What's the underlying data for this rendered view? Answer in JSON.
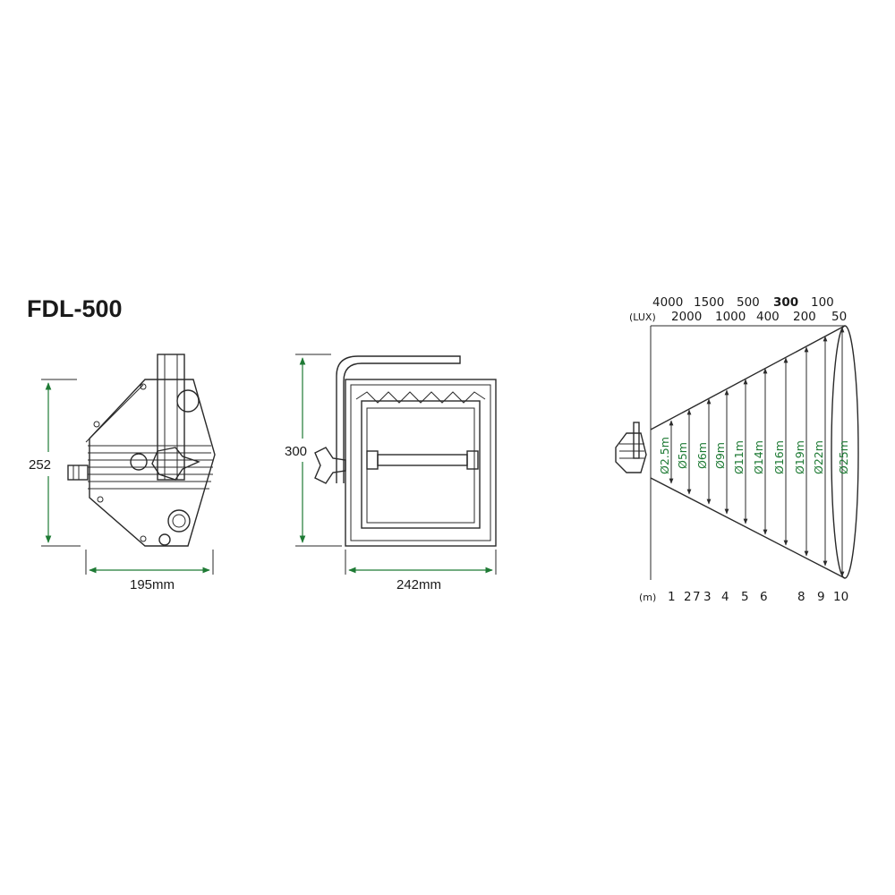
{
  "model": "FDL-500",
  "side_view": {
    "height_label": "252",
    "width_label": "195mm"
  },
  "front_view": {
    "height_label": "300",
    "width_label": "242mm"
  },
  "photometrics": {
    "lux_top": [
      "4000",
      "1500",
      "500",
      "300",
      "100"
    ],
    "lux_unit": "(LUX)",
    "lux_bottom": [
      "2000",
      "1000",
      "400",
      "200",
      "50"
    ],
    "distance_unit": "(m)",
    "distances": [
      "1",
      "2",
      "7",
      "3",
      "4",
      "5",
      "6",
      "8",
      "9",
      "10"
    ],
    "beam_diameters": [
      "Ø2.5m",
      "Ø5m",
      "Ø6m",
      "Ø9m",
      "Ø11m",
      "Ø14m",
      "Ø16m",
      "Ø19m",
      "Ø22m",
      "Ø25m"
    ]
  },
  "colors": {
    "accent_green": "#1e7a34",
    "line": "#2a2a2a"
  }
}
